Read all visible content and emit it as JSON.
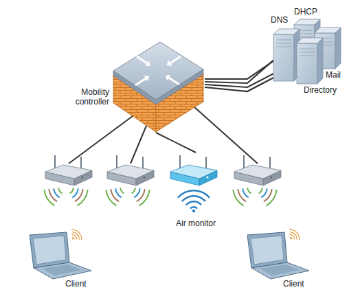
{
  "diagram": {
    "nodes": [
      {
        "text": [
          "DHCP"
        ]
      },
      {
        "text": [
          "DNS"
        ]
      },
      {
        "text": [
          "Mail"
        ]
      },
      {
        "text": [
          "Directory"
        ]
      },
      {
        "text": [
          "Mobility controller"
        ]
      },
      {
        "text": [
          "Air monitor"
        ]
      },
      {
        "text": [
          "Client"
        ]
      },
      {
        "text": [
          "Client"
        ]
      }
    ],
    "edges": [
      {
        "from": 4,
        "to": 0,
        "arrow": "none"
      },
      {
        "from": 4,
        "to": 1,
        "arrow": "none"
      },
      {
        "from": 4,
        "to": 2,
        "arrow": "none"
      },
      {
        "from": 4,
        "to": 3,
        "arrow": "none"
      },
      {
        "from": 4,
        "to": 5,
        "arrow": "none"
      }
    ]
  }
}
